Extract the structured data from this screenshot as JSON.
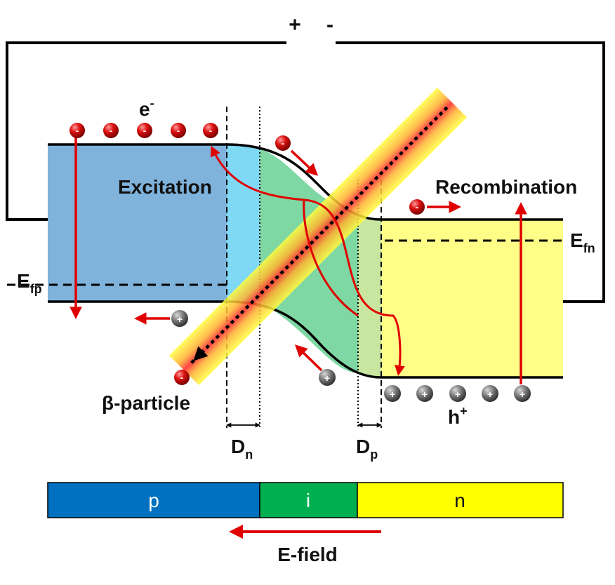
{
  "circuit": {
    "plus": "+",
    "minus": "-"
  },
  "carriers": {
    "electron_base": "e",
    "electron_sup": "-",
    "hole_base": "h",
    "hole_sup": "+",
    "electron_sign": "-",
    "hole_sign": "+"
  },
  "processes": {
    "excitation": "Excitation",
    "recombination": "Recombination",
    "particle": "β-particle"
  },
  "fermi": {
    "p_base": "E",
    "p_sub": "fp",
    "n_base": "E",
    "n_sub": "fn"
  },
  "depletion": {
    "dn_base": "D",
    "dn_sub": "n",
    "dp_base": "D",
    "dp_sub": "p"
  },
  "layers": [
    {
      "label": "p",
      "color": "#0070c0"
    },
    {
      "label": "i",
      "color": "#00b050"
    },
    {
      "label": "n",
      "color": "#ffff00"
    }
  ],
  "field": {
    "label": "E-field"
  },
  "colors": {
    "p_band": "#7fb3dc",
    "p_depletion": "#7fd9f5",
    "i_band": "#7fd8a3",
    "n_depletion": "#c8e6a0",
    "n_band": "#ffff88",
    "electron": "#cc0000",
    "hole": "#707070",
    "arrow": "#e00000"
  }
}
